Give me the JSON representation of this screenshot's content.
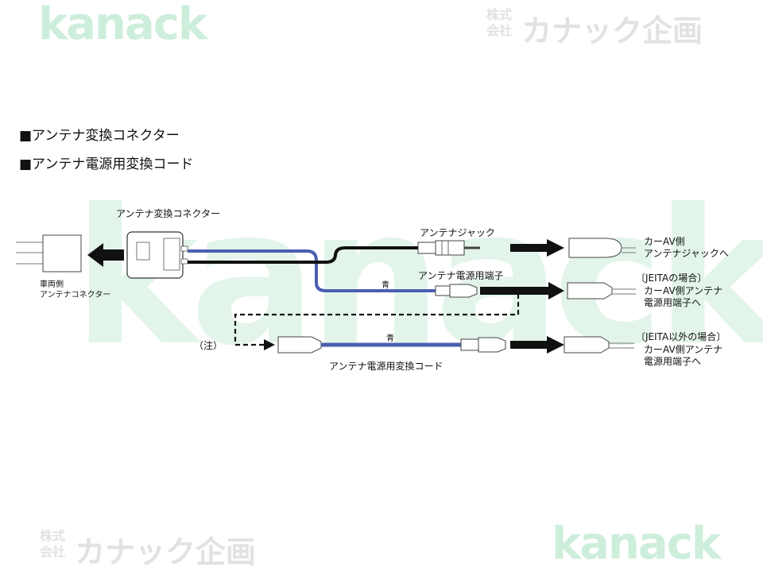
{
  "watermarks": {
    "brand_latin": "kanack",
    "company_small_top": "株式",
    "company_small_bottom": "会社",
    "company_name": "カナック企画"
  },
  "headings": [
    "■アンテナ変換コネクター",
    "■アンテナ電源用変換コード"
  ],
  "labels": {
    "antenna_conversion_connector": "アンテナ変換コネクター",
    "vehicle_side_line1": "車両側",
    "vehicle_side_line2": "アンテナコネクター",
    "antenna_jack": "アンテナジャック",
    "blue_wire_upper": "青",
    "antenna_power_terminal": "アンテナ電源用端子",
    "note": "（注）",
    "blue_wire_lower": "青",
    "antenna_power_cord": "アンテナ電源用変換コード",
    "car_av_jack_line1": "カーAV側",
    "car_av_jack_line2": "アンテナジャックへ",
    "jeita_case": "〔JEITAの場合〕",
    "jeita_case_line1": "カーAV側アンテナ",
    "jeita_case_line2": "電源用端子へ",
    "non_jeita_case": "〔JEITA以外の場合〕",
    "non_jeita_case_line1": "カーAV側アンテナ",
    "non_jeita_case_line2": "電源用端子へ"
  },
  "colors": {
    "watermark_green": "#cdeedb",
    "watermark_gray": "#e2e2e2",
    "wire_blue": "#4a5fb0",
    "wire_black": "#111111"
  }
}
